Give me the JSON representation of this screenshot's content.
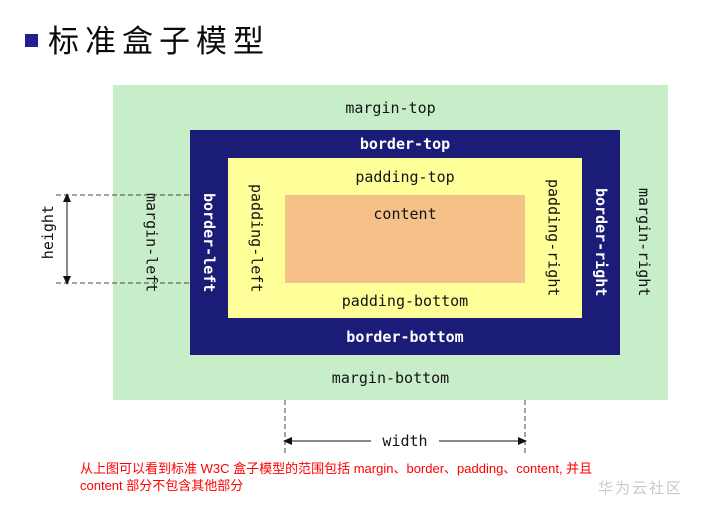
{
  "title": "标准盒子模型",
  "diagram": {
    "labels": {
      "margin_top": "margin-top",
      "margin_bottom": "margin-bottom",
      "margin_left": "margin-left",
      "margin_right": "margin-right",
      "border_top": "border-top",
      "border_bottom": "border-bottom",
      "border_left": "border-left",
      "border_right": "border-right",
      "padding_top": "padding-top",
      "padding_bottom": "padding-bottom",
      "padding_left": "padding-left",
      "padding_right": "padding-right",
      "content": "content",
      "height": "height",
      "width": "width"
    },
    "colors": {
      "margin_area": "#c8eec9",
      "border_area": "#1b1b78",
      "padding_area": "#ffff99",
      "content_area": "#f5c189",
      "border_label_text": "#ffffff",
      "title_bullet": "#1f1f8f"
    }
  },
  "caption": {
    "line1": "从上图可以看到标准 W3C 盒子模型的范围包括 margin、border、padding、content, 并且",
    "line2": "content 部分不包含其他部分",
    "color": "#ff0000"
  },
  "watermark": "华为云社区"
}
